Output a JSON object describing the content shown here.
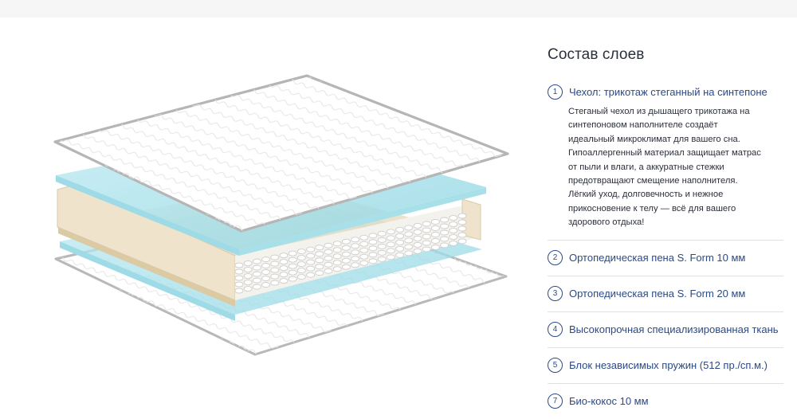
{
  "panel": {
    "title": "Состав слоев",
    "layers": [
      {
        "number": "1",
        "title": "Чехол: трикотаж стеганный на синтепоне",
        "description": "Стеганый чехол из дышащего трикотажа на синтепоновом наполнителе создаёт идеальный микроклимат для вашего сна. Гипоаллергенный материал защищает матрас от пыли и влаги, а аккуратные стежки предотвращают смещение наполнителя. Лёгкий уход, долговечность и нежное прикосновение к телу — всё для вашего здорового отдыха!"
      },
      {
        "number": "2",
        "title": "Ортопедическая пена S. Form 10 мм"
      },
      {
        "number": "3",
        "title": "Ортопедическая пена S. Form 20 мм"
      },
      {
        "number": "4",
        "title": "Высокопрочная специализированная ткань"
      },
      {
        "number": "5",
        "title": "Блок независимых пружин (512 пр./сп.м.)"
      },
      {
        "number": "7",
        "title": "Био-кокос 10 мм"
      }
    ]
  },
  "colors": {
    "accent": "#2b4a86",
    "foam": "#8fd6e3",
    "coconut": "#eadcc0",
    "cover_outline": "#b3b3b3"
  }
}
